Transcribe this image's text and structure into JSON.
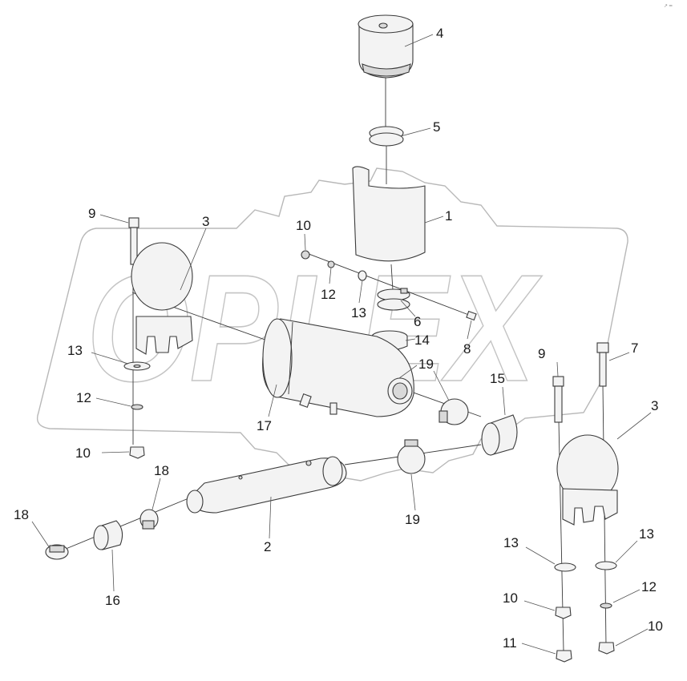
{
  "watermark": {
    "text": "OPLEX"
  },
  "corner_mark": "↗ ═",
  "callouts": [
    {
      "id": "c4",
      "text": "4"
    },
    {
      "id": "c5",
      "text": "5"
    },
    {
      "id": "c1",
      "text": "1"
    },
    {
      "id": "c9a",
      "text": "9"
    },
    {
      "id": "c3a",
      "text": "3"
    },
    {
      "id": "c10a",
      "text": "10"
    },
    {
      "id": "c12a",
      "text": "12"
    },
    {
      "id": "c13a",
      "text": "13"
    },
    {
      "id": "c6",
      "text": "6"
    },
    {
      "id": "c14",
      "text": "14"
    },
    {
      "id": "c8",
      "text": "8"
    },
    {
      "id": "c19a",
      "text": "19"
    },
    {
      "id": "c13b",
      "text": "13"
    },
    {
      "id": "c12b",
      "text": "12"
    },
    {
      "id": "c10b",
      "text": "10"
    },
    {
      "id": "c17",
      "text": "17"
    },
    {
      "id": "c15",
      "text": "15"
    },
    {
      "id": "c9b",
      "text": "9"
    },
    {
      "id": "c7",
      "text": "7"
    },
    {
      "id": "c3b",
      "text": "3"
    },
    {
      "id": "c18a",
      "text": "18"
    },
    {
      "id": "c18b",
      "text": "18"
    },
    {
      "id": "c19b",
      "text": "19"
    },
    {
      "id": "c2",
      "text": "2"
    },
    {
      "id": "c16",
      "text": "16"
    },
    {
      "id": "c13c",
      "text": "13"
    },
    {
      "id": "c13d",
      "text": "13"
    },
    {
      "id": "c10c",
      "text": "10"
    },
    {
      "id": "c12c",
      "text": "12"
    },
    {
      "id": "c11",
      "text": "11"
    },
    {
      "id": "c10d",
      "text": "10"
    }
  ]
}
